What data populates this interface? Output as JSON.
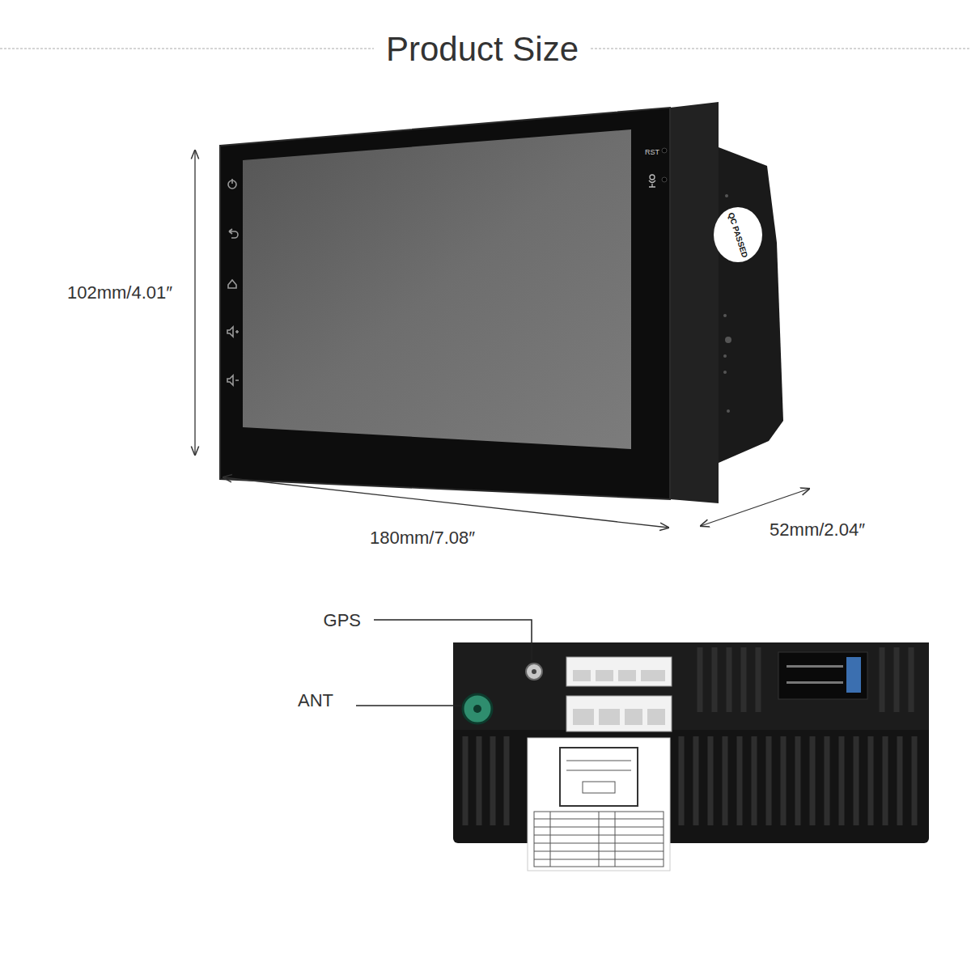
{
  "diagram": {
    "title": "Product Size",
    "labels": [
      "102mm/4.01″",
      "180mm/7.08″",
      "52mm/2.04″",
      "GPS",
      "ANT",
      "RST",
      "QC PASSED"
    ]
  }
}
